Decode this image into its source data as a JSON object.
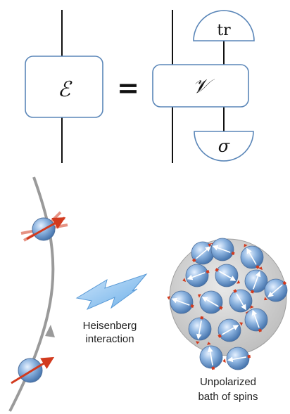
{
  "equation": {
    "lhs_symbol": "ℰ",
    "equals": "=",
    "rhs_symbol": "𝒱",
    "top_cap": "tr",
    "bottom_cap": "σ"
  },
  "physics": {
    "interaction_label_line1": "Heisenberg",
    "interaction_label_line2": "interaction",
    "bath_label_line1": "Unpolarized",
    "bath_label_line2": "bath of spins"
  },
  "colors": {
    "box_border": "#5a86b8",
    "line": "#111111",
    "bolt": "#8fc3f0",
    "spin_sphere": "#6f98c9",
    "arrow_red": "#d23a1e",
    "bath_disc": "#c9c9c9",
    "curve": "#9a9a9a"
  },
  "icons": [
    "lightning-bolt-icon",
    "spin-arrow-icon"
  ]
}
